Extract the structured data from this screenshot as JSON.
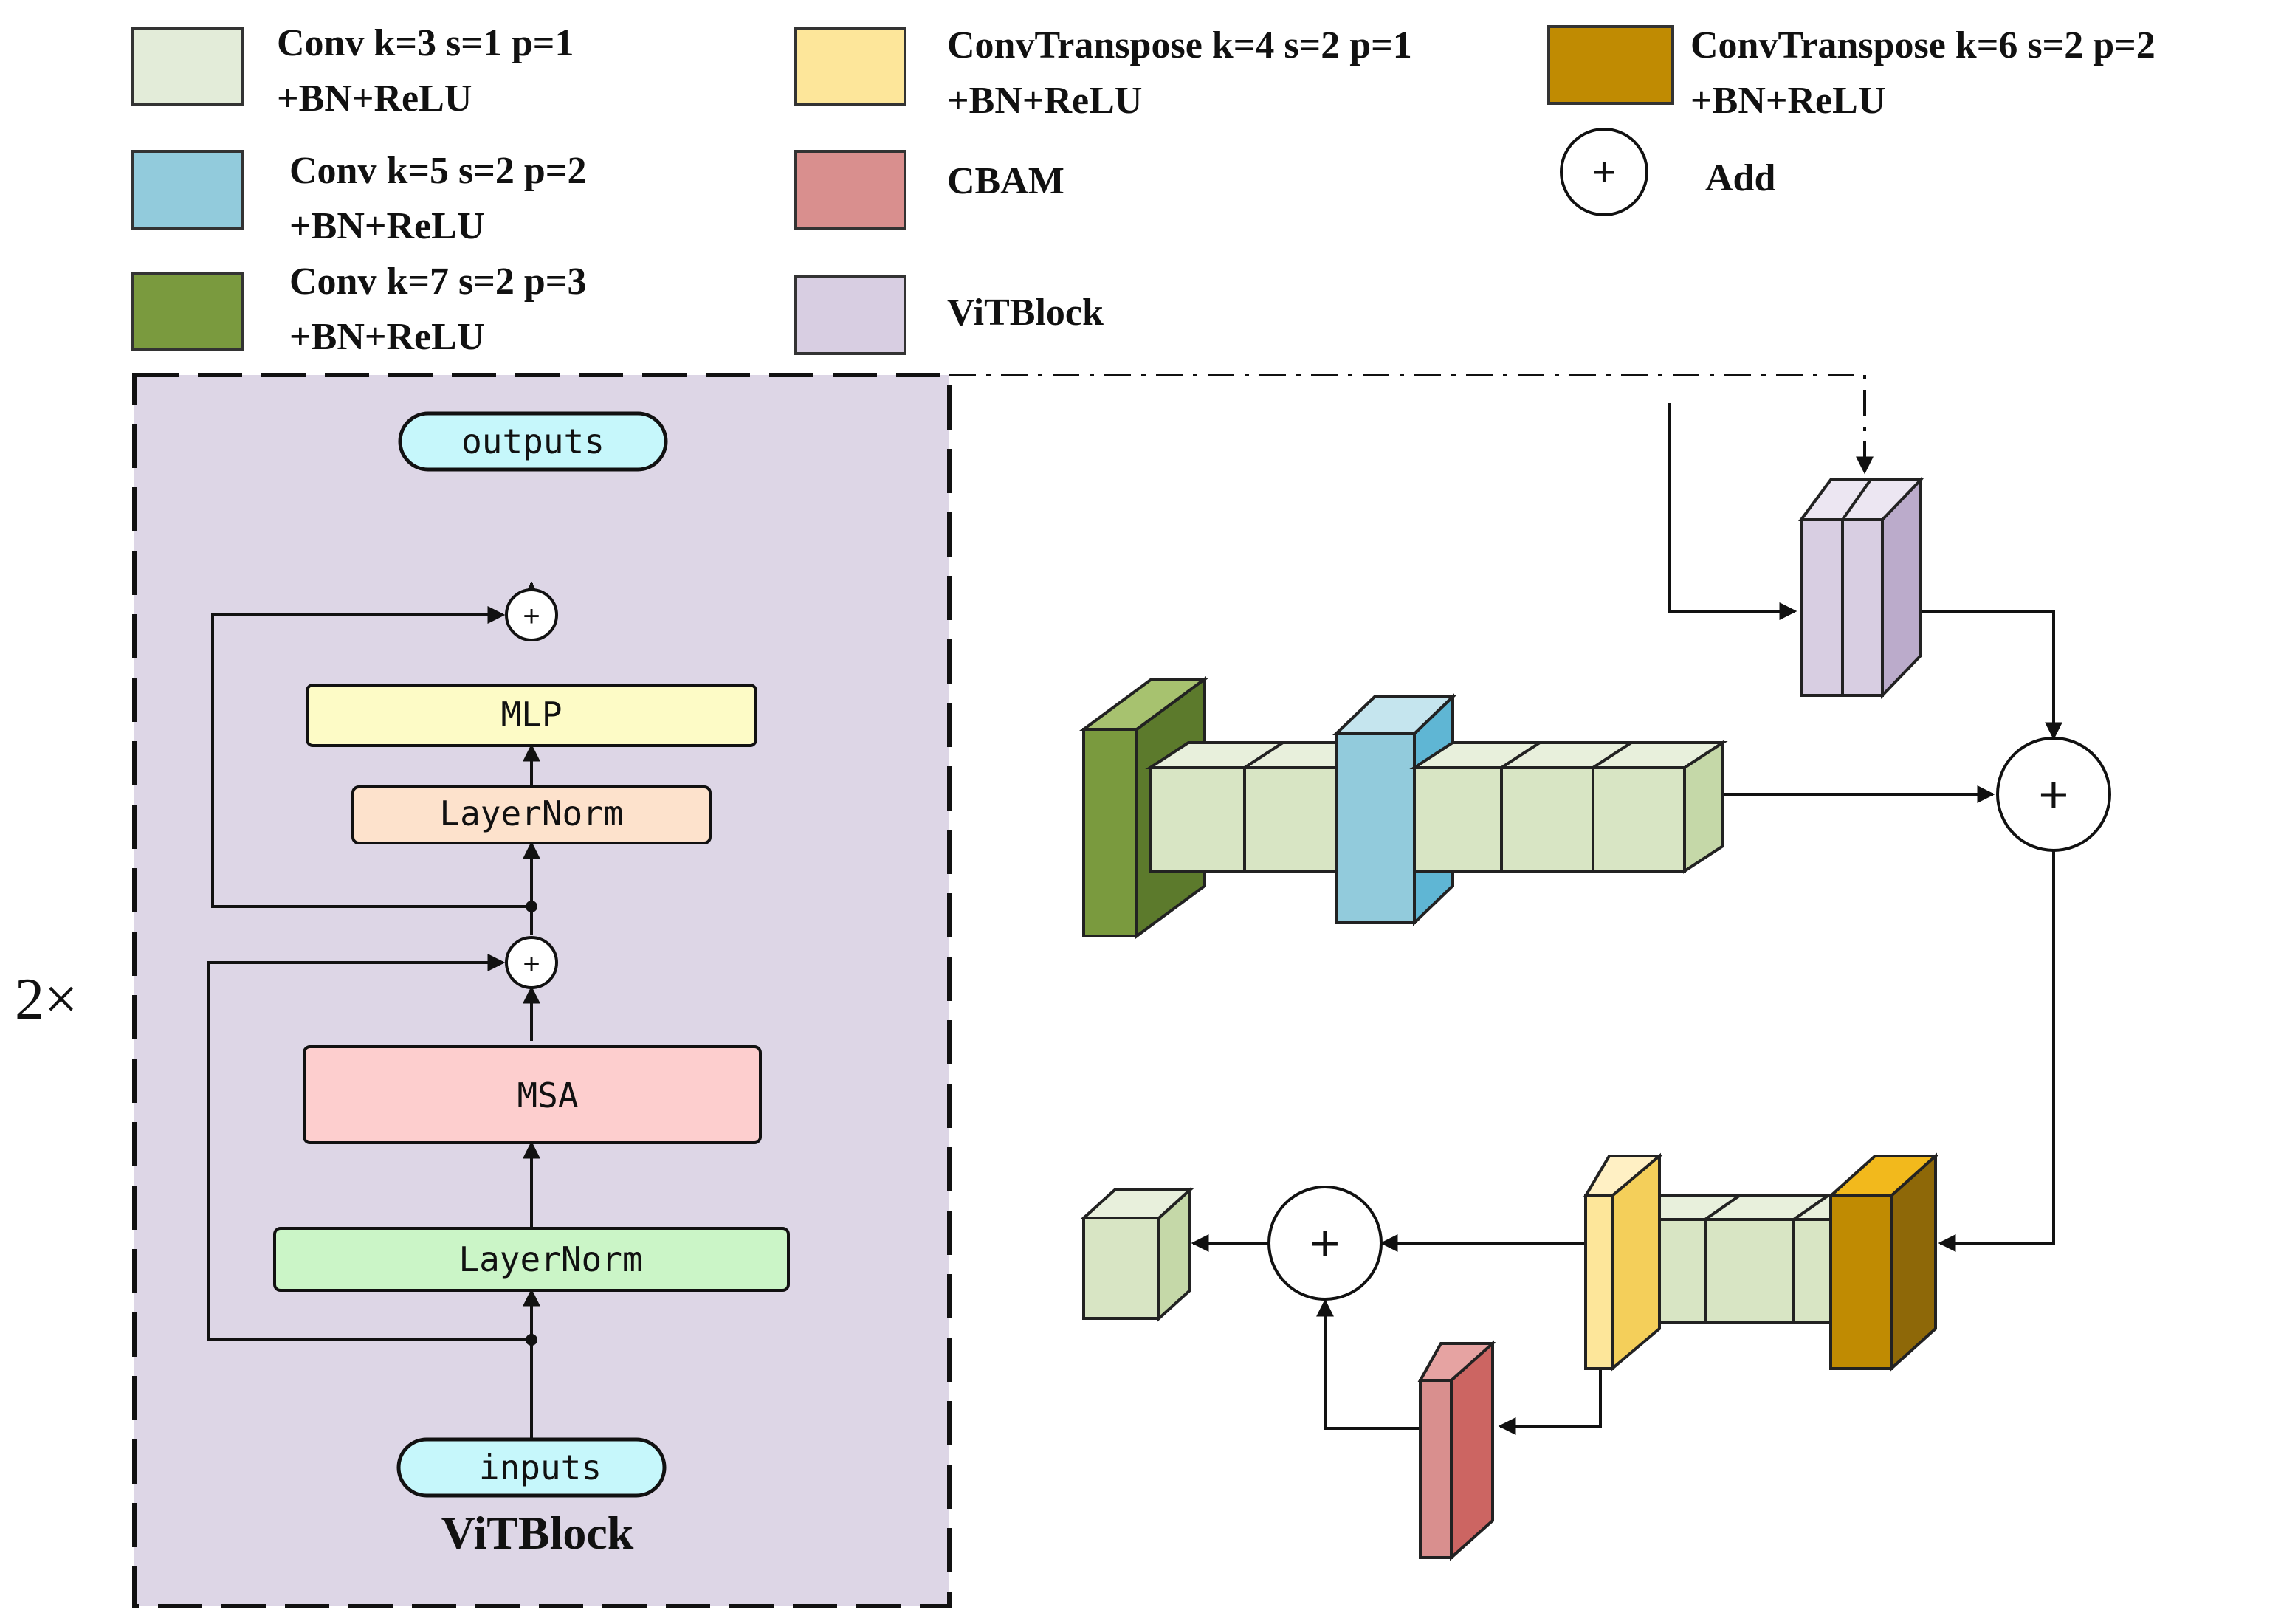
{
  "legend": {
    "conv3": {
      "line1": "Conv k=3 s=1 p=1",
      "line2": "+BN+ReLU",
      "color": "#e3ecd9"
    },
    "conv5": {
      "line1": "Conv k=5 s=2 p=2",
      "line2": "+BN+ReLU",
      "color": "#92cbdc"
    },
    "conv7": {
      "line1": "Conv k=7 s=2 p=3",
      "line2": "+BN+ReLU",
      "color": "#7a9a3e"
    },
    "convt4": {
      "line1": "ConvTranspose k=4 s=2 p=1",
      "line2": "+BN+ReLU",
      "color": "#fde69a"
    },
    "cbam": {
      "label": "CBAM",
      "color": "#d98f8e"
    },
    "vit": {
      "label": "ViTBlock",
      "color": "#d8cee2"
    },
    "convt6": {
      "line1": "ConvTranspose k=6 s=2 p=2",
      "line2": "+BN+ReLU",
      "color": "#c08b02"
    },
    "add": {
      "symbol": "+",
      "label": "Add"
    }
  },
  "vitblock": {
    "outputs": "outputs",
    "mlp": "MLP",
    "layernorm2": "LayerNorm",
    "msa": "MSA",
    "layernorm1": "LayerNorm",
    "inputs": "inputs",
    "caption": "ViTBlock",
    "repeat": "2×",
    "colors": {
      "panel": "#ddd6e6",
      "io": "#c6f7fb",
      "mlp": "#fdfbc6",
      "layernorm2": "#fde2cc",
      "msa": "#fdcece",
      "layernorm1": "#cbf5c7"
    }
  },
  "network": {
    "add_symbol": "+"
  }
}
